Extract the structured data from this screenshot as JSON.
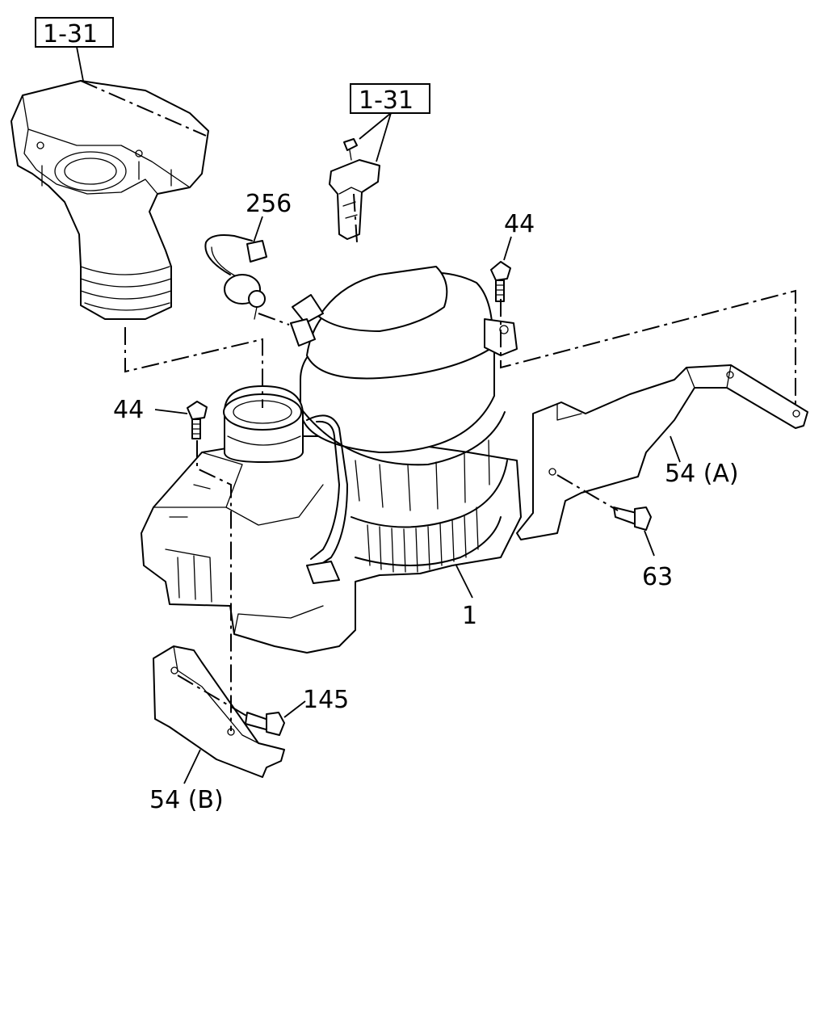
{
  "callouts": {
    "ref_top_left": "1-31",
    "ref_sensor": "1-31",
    "part_256": "256",
    "part_44_right": "44",
    "part_44_left": "44",
    "part_54a": "54 (A)",
    "part_63": "63",
    "part_1": "1",
    "part_145": "145",
    "part_54b": "54 (B)"
  }
}
